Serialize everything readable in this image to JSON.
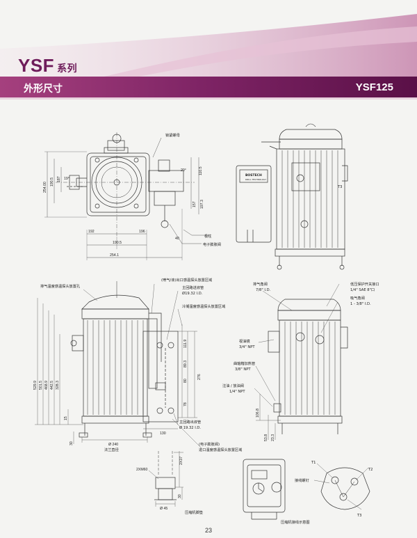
{
  "header": {
    "series_title": "YSF",
    "series_suffix": "系列",
    "section_title": "外形尺寸",
    "model": "YSF125"
  },
  "top_left": {
    "labels": {
      "lock_nut": "锁紧螺母",
      "terminal": "极柱",
      "electronic_valve": "电子膨胀阀"
    },
    "dims": {
      "d254_00": "254.00",
      "d190_5v": "190.5",
      "d187": "187",
      "d19": "19°",
      "d20": "20°",
      "d110_5": "110.5",
      "d157": "157",
      "d197_3": "197.3",
      "d192": "192",
      "d196": "196",
      "d40": "40",
      "d190_5h": "190.5",
      "d254_1": "254.1"
    }
  },
  "top_right": {
    "labels": {
      "t3": "T3"
    },
    "nameplate": {
      "brand": "BOSTECH",
      "sub": "DRILL TECHNOLOGY"
    }
  },
  "mid_left": {
    "labels": {
      "suction_probe": "排气温度感温探头放置孔",
      "outlet_probe": "(喷气/液)出口感温探头放置区域",
      "main_inlet": "主回路进液管",
      "main_inlet_size": "Ø19.32 I.D.",
      "condense_probe": "冷凝温度感温探头放置区域",
      "main_outlet": "主回路出液管",
      "main_outlet_size": "Ø 19.32 I.D.",
      "electronic_valve": "(电子膨胀阀)",
      "inlet_probe": "进口温度感温探头放置区域",
      "flange": "法兰直径"
    },
    "dims": {
      "d529_9": "529.9",
      "d501_5": "501.5",
      "d468_9": "468.9",
      "d442_5": "442.5",
      "d328_3": "328.3",
      "d15": "15",
      "d30": "30",
      "d240": "Ø 240",
      "d111_9": "111.9",
      "d89_3": "89.3",
      "d80": "80",
      "d276": "276",
      "d78": "78",
      "d130": "130"
    }
  },
  "mid_right": {
    "labels": {
      "discharge_angle": "排气角阀",
      "discharge_size": "7/8\" I.D.",
      "low_pressure": "低压保护开关接口",
      "low_pressure_size": "1/4\" SAE 8\"口",
      "suction_angle": "吸气角阀",
      "suction_size": "1 - 3/8\" I.D.",
      "sight_glass": "视油镜",
      "sight_size": "3/4\" NPT",
      "heater": "曲轴箱加热管",
      "heater_size": "3/8\" NPT",
      "oil_port": "注油 / 放油阀",
      "oil_size": "1/4\" NPT"
    },
    "dims": {
      "d106_8": "106.8",
      "d53_8": "53.8",
      "d23_3": "23.3"
    }
  },
  "bottom_left": {
    "labels": {
      "foot": "压缩机脚垫"
    },
    "dims": {
      "d2xm6": "2XM60",
      "d2x37": "2X37",
      "d30": "30",
      "d45": "Ø 45"
    }
  },
  "bottom_right": {
    "labels": {
      "t1": "T1",
      "t2": "T2",
      "t3": "T3",
      "terminal_screw": "接线螺钉",
      "caption": "压缩机接线示意图"
    }
  },
  "page_number": "23"
}
